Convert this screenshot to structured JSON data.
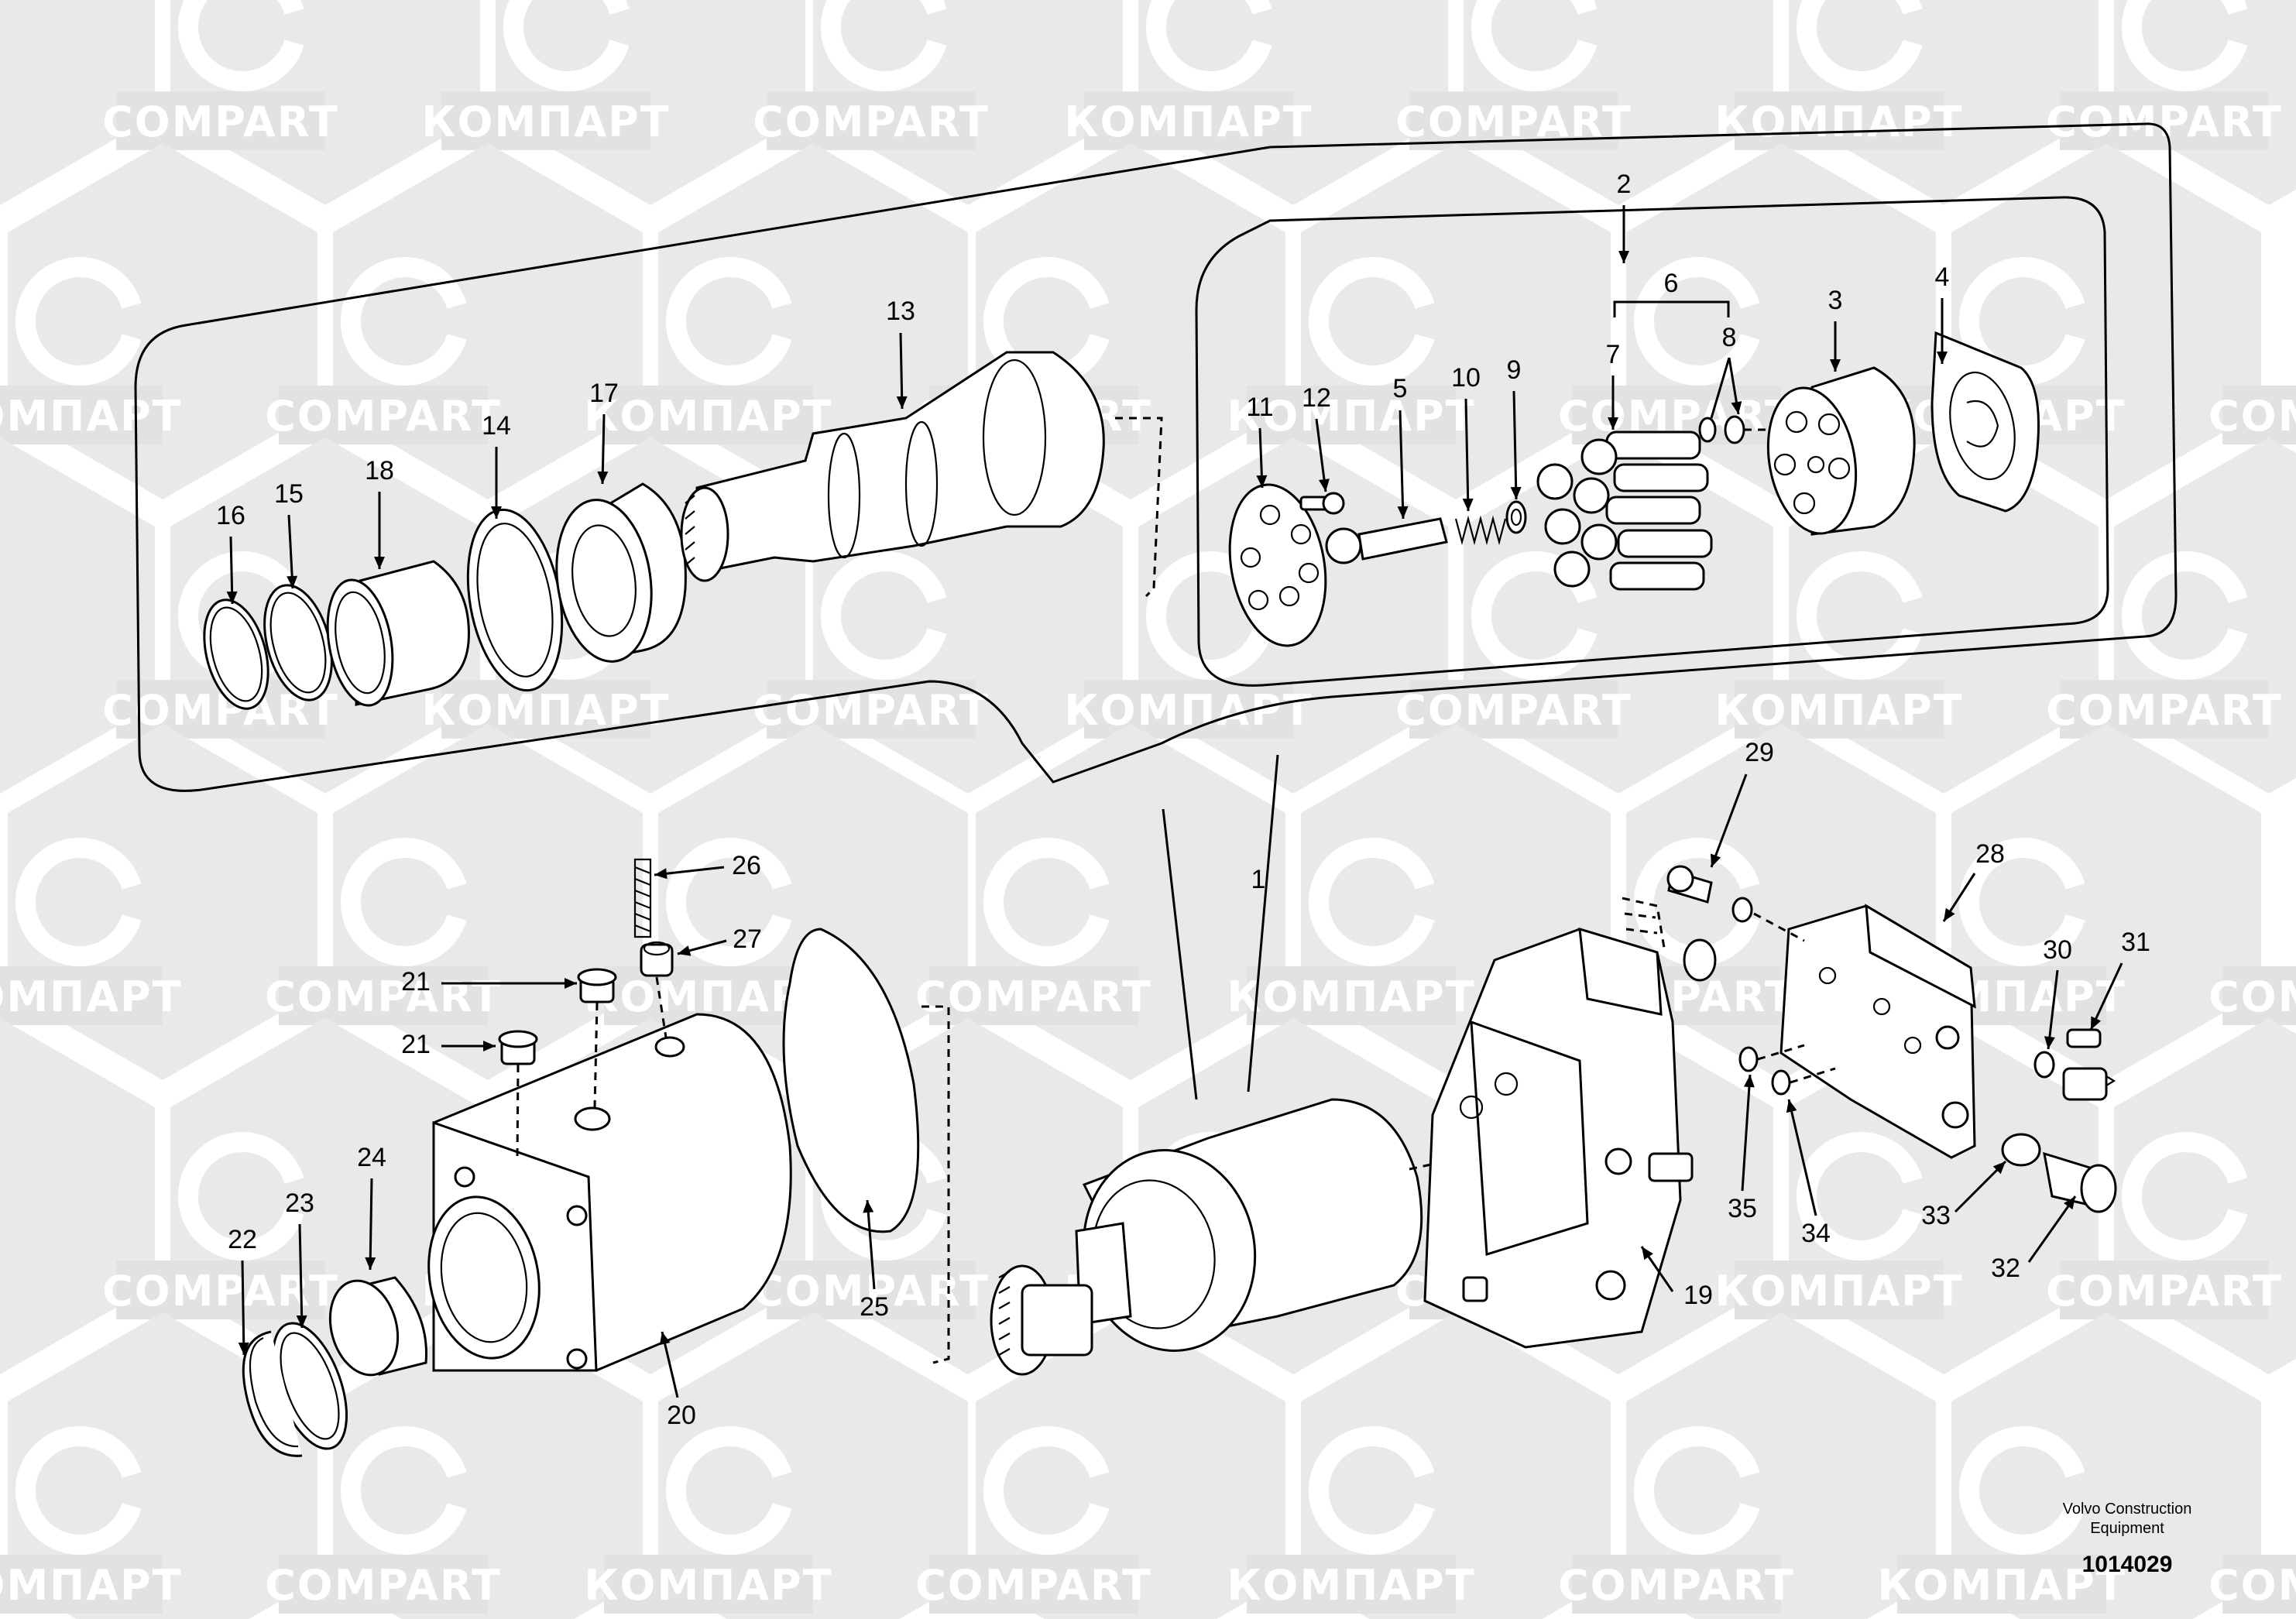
{
  "watermark": {
    "latin": "COMPART",
    "cyrillic": "КОМПАРТ"
  },
  "callouts": [
    "1",
    "2",
    "3",
    "4",
    "5",
    "6",
    "7",
    "8",
    "9",
    "10",
    "11",
    "12",
    "13",
    "14",
    "15",
    "16",
    "17",
    "18",
    "19",
    "20",
    "21",
    "21",
    "22",
    "23",
    "24",
    "25",
    "26",
    "27",
    "28",
    "29",
    "30",
    "31",
    "32",
    "33",
    "34",
    "35"
  ],
  "footer": {
    "line1": "Volvo Construction",
    "line2": "Equipment",
    "number": "1014029"
  }
}
